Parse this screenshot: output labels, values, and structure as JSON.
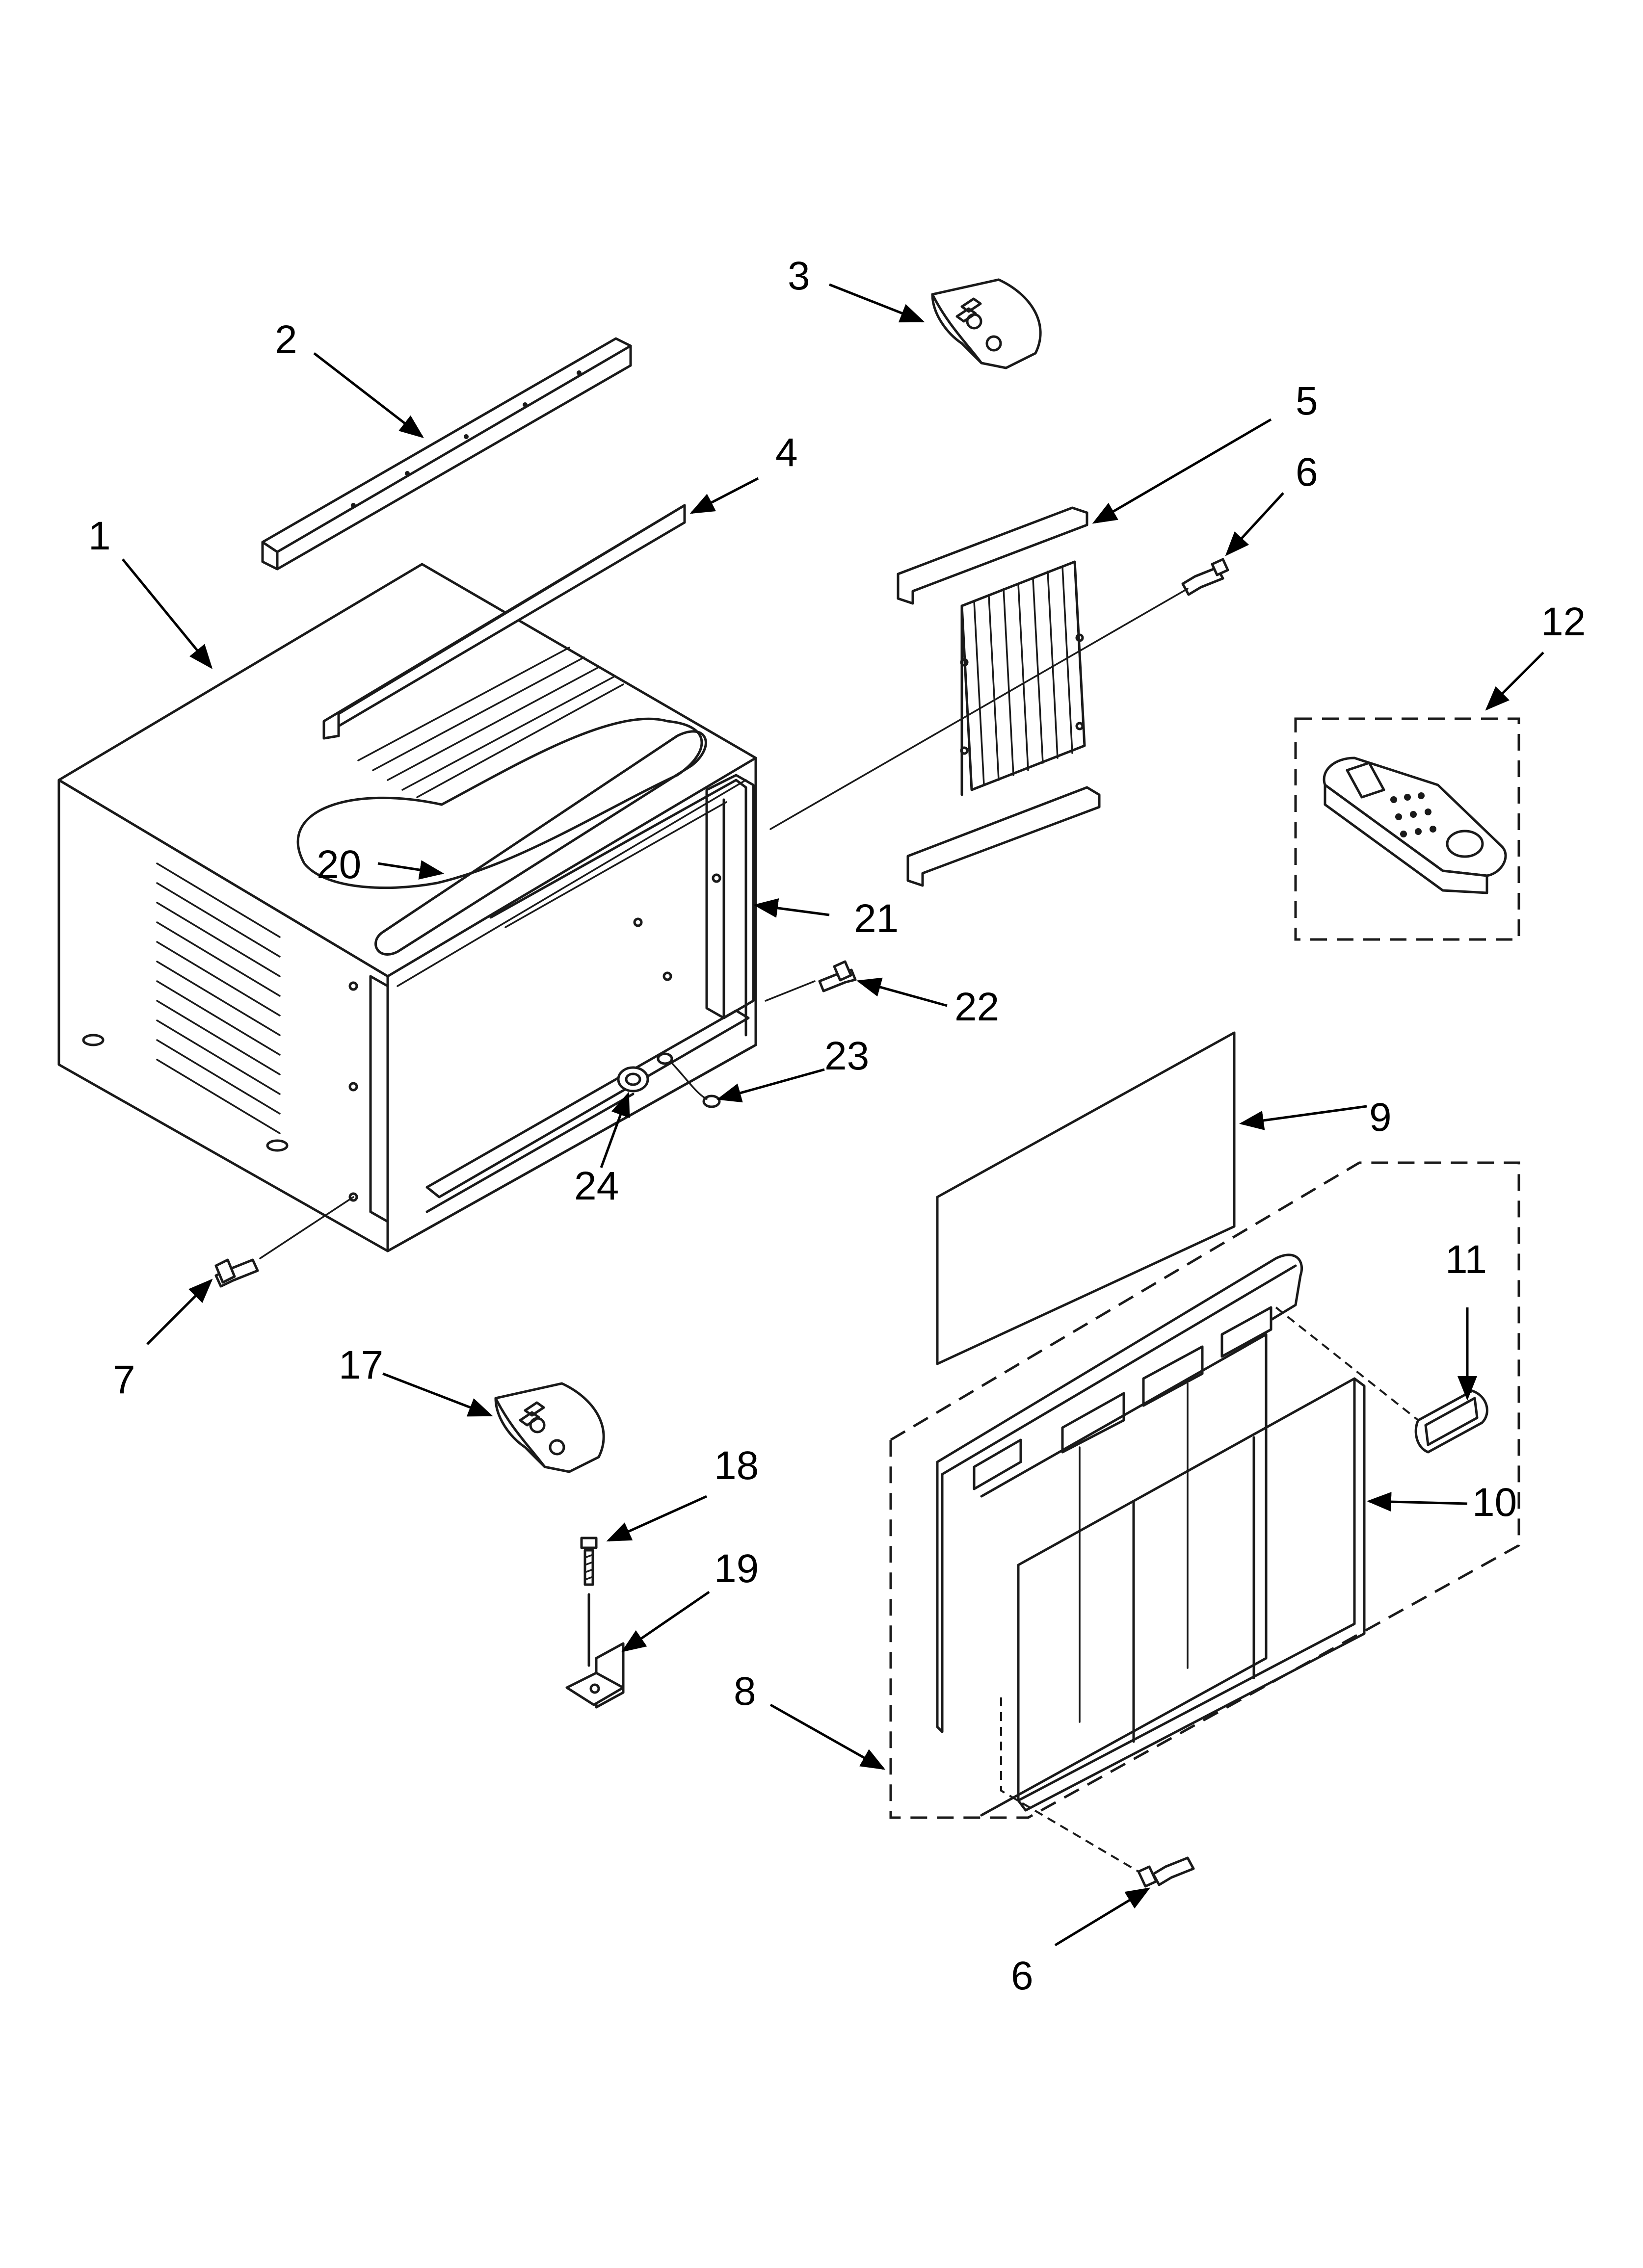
{
  "callouts": {
    "c1": "1",
    "c2": "2",
    "c3": "3",
    "c4": "4",
    "c5": "5",
    "c6a": "6",
    "c6b": "6",
    "c7": "7",
    "c8": "8",
    "c9": "9",
    "c10": "10",
    "c11": "11",
    "c12": "12",
    "c17": "17",
    "c18": "18",
    "c19": "19",
    "c20": "20",
    "c21": "21",
    "c22": "22",
    "c23": "23",
    "c24": "24"
  },
  "colors": {
    "ink": "#1a1a1a",
    "paper": "#ffffff"
  }
}
